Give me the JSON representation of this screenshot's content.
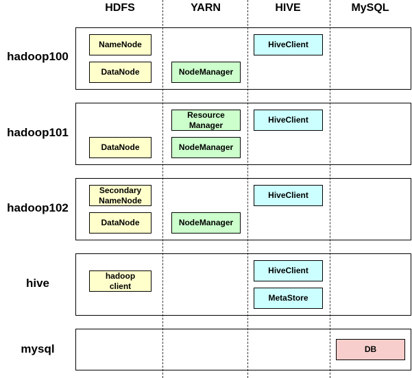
{
  "columns": {
    "hdfs": "HDFS",
    "yarn": "YARN",
    "hive": "HIVE",
    "mysql": "MySQL"
  },
  "hosts": {
    "hadoop100": "hadoop100",
    "hadoop101": "hadoop101",
    "hadoop102": "hadoop102",
    "hive": "hive",
    "mysql": "mysql"
  },
  "components": {
    "h100_namenode": "NameNode",
    "h100_datanode": "DataNode",
    "h100_nodemanager": "NodeManager",
    "h100_hiveclient": "HiveClient",
    "h101_resourcemanager": "Resource\nManager",
    "h101_datanode": "DataNode",
    "h101_nodemanager": "NodeManager",
    "h101_hiveclient": "HiveClient",
    "h102_secondarynamenode": "Secondary\nNameNode",
    "h102_datanode": "DataNode",
    "h102_nodemanager": "NodeManager",
    "h102_hiveclient": "HiveClient",
    "hive_hadoopclient": "hadoop\nclient",
    "hive_hiveclient": "HiveClient",
    "hive_metastore": "MetaStore",
    "mysql_db": "DB"
  },
  "colors": {
    "hdfs_fill": "#ffffcc",
    "yarn_fill": "#ccffcc",
    "hive_fill": "#ccffff",
    "db_fill": "#f8cecc"
  }
}
